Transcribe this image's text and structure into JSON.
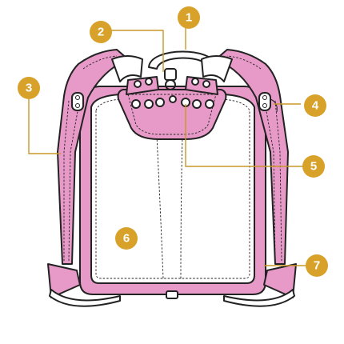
{
  "colors": {
    "pink": "#e79ac8",
    "pink_light": "#f3c4de",
    "badge": "#d7a12a",
    "outline": "#222222",
    "panel": "#ffffff"
  },
  "callouts": [
    {
      "label": "1",
      "part": "carry-handle"
    },
    {
      "label": "2",
      "part": "hook-ring"
    },
    {
      "label": "3",
      "part": "left-shoulder-strap"
    },
    {
      "label": "4",
      "part": "strap-buckle"
    },
    {
      "label": "5",
      "part": "back-yoke-rivets"
    },
    {
      "label": "6",
      "part": "back-panel"
    },
    {
      "label": "7",
      "part": "right-shoulder-strap"
    }
  ]
}
